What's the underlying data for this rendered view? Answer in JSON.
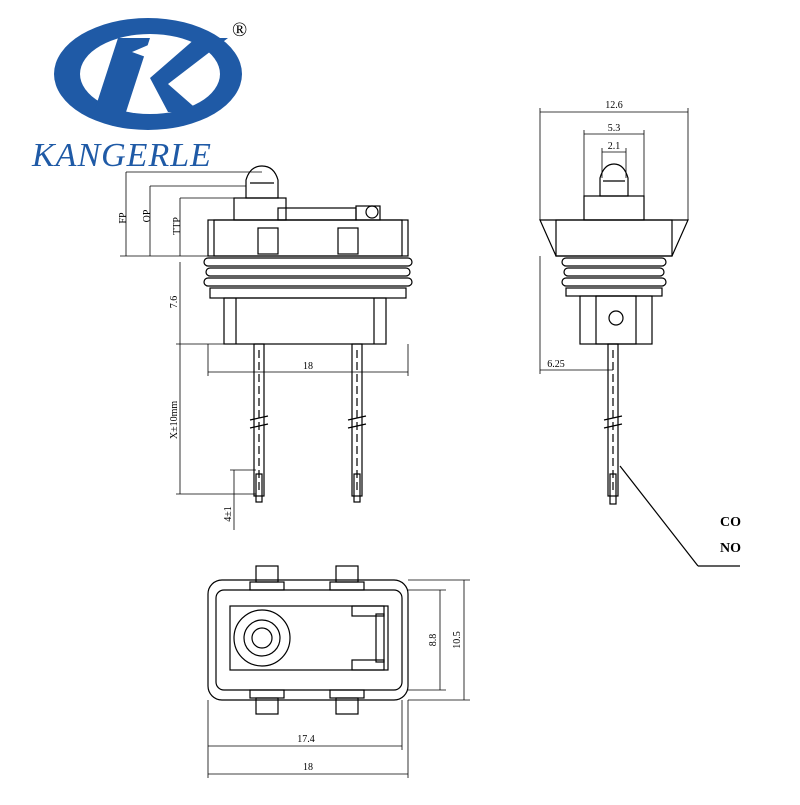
{
  "brand": {
    "logo_glyph": "K",
    "registered_mark": "®",
    "name": "KANGERLE",
    "colors": {
      "logo_blue": "#1f5aa6",
      "logo_inner": "#ffffff",
      "name_blue": "#1f5aa6"
    }
  },
  "line_color": "#000000",
  "front_view": {
    "label_fp": "FP",
    "label_op": "OP",
    "label_ttp": "TTP",
    "dim_height": "7.6",
    "dim_width": "18",
    "dim_lead": "X±10mm",
    "dim_tip": "4±1"
  },
  "side_view": {
    "dim_width": "12.6",
    "dim_mid": "5.3",
    "dim_plunger": "2.1",
    "dim_offset": "6.25",
    "terminal_co": "CO",
    "terminal_no": "NO"
  },
  "bottom_view": {
    "dim_inner_height": "8.8",
    "dim_outer_height": "10.5",
    "dim_inner_width": "17.4",
    "dim_outer_width": "18"
  }
}
